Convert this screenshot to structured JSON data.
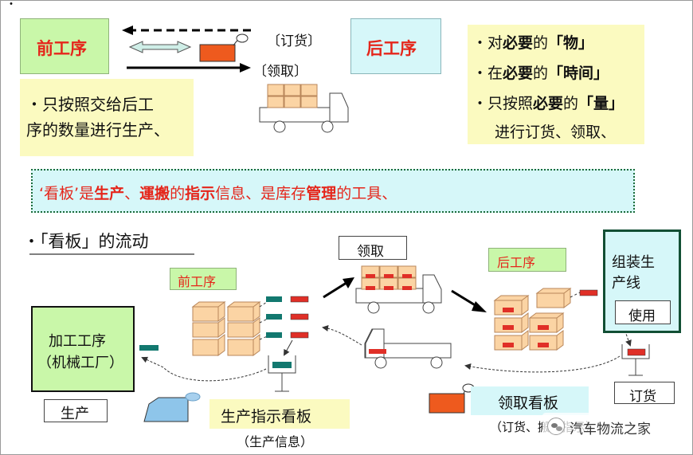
{
  "corner_mark": "・",
  "top": {
    "front_process": "前工序",
    "back_process": "后工序",
    "order_label": "〔订货〕",
    "pickup_label": "〔领取〕",
    "left_note_line1": "・只按照交给后工",
    "left_note_line2": "序的数量进行生产、",
    "right_note": {
      "line1_prefix": "・对",
      "line1_bold": "必要",
      "line1_mid": "的",
      "line1_red": "「物」",
      "line2_prefix": "・在",
      "line2_bold": "必要",
      "line2_mid": "的",
      "line2_red": "「時间」",
      "line3_prefix": "・只按照",
      "line3_bold": "必要",
      "line3_mid": "的",
      "line3_red": "「量」",
      "line4": "进行订货、领取、"
    }
  },
  "banner": {
    "p1": "‘看板’是",
    "p2": "生产",
    "p3": "、",
    "p4": "運搬",
    "p5": "的",
    "p6": "指示",
    "p7": "信息、是库存",
    "p8": "管理",
    "p9": "的工具、"
  },
  "flow": {
    "section_title": "・「看板」的流动",
    "front_process": "前工序",
    "back_process": "后工序",
    "pickup": "领取",
    "machining_line1": "加工工序",
    "machining_line2": "（机械工厂）",
    "production": "生产",
    "assembly_line1": "组装生",
    "assembly_line2": "产线",
    "use": "使用",
    "order": "订货",
    "production_kanban": "生产指示看板",
    "production_info": "（生产信息）",
    "pickup_kanban": "领取看板",
    "pickup_note": "（订货、搬运指示）",
    "watermark": "汽车物流之家"
  },
  "colors": {
    "kanban_orange": "#ee5a1e",
    "kanban_teal": "#12786f",
    "kanban_red": "#e02f27",
    "box_fill": "#fbd4a4",
    "box_border": "#b8865a",
    "green_box": "#c9f7a9",
    "cyan_box": "#d6f7f9",
    "yellow_note": "#fbfac0",
    "assembly_border": "#124f34",
    "text_red": "#e5261b"
  }
}
